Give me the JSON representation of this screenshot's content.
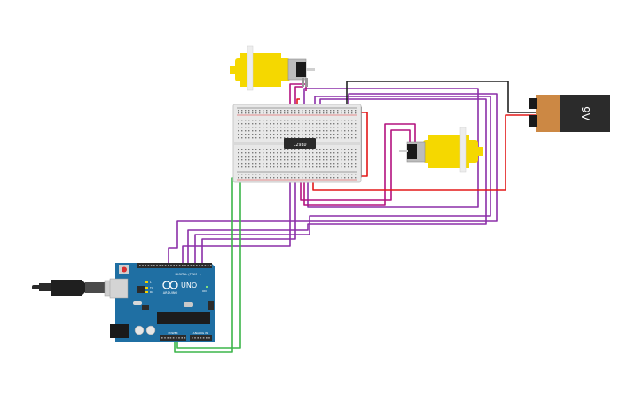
{
  "battery": {
    "label": "9V",
    "color_body": "#cc8844",
    "color_cap": "#2b2b2b"
  },
  "driver_ic": {
    "label": "L293D"
  },
  "arduino": {
    "board_name": "UNO",
    "brand_text": "ARDUINO",
    "digital_header_label": "DIGITAL (PWM~)",
    "power_header_label": "POWER",
    "analog_header_label": "ANALOG IN",
    "tx_label": "TX",
    "rx_label": "RX",
    "on_label": "ON",
    "l_label": "L"
  },
  "colors": {
    "wire_purple": "#8b2fa8",
    "wire_magenta": "#b3127f",
    "wire_red": "#e31818",
    "wire_black": "#222222",
    "wire_green": "#3cb54a",
    "motor_yellow": "#f5d800",
    "arduino_blue": "#1f6fa3",
    "breadboard": "#e8e8e8"
  }
}
